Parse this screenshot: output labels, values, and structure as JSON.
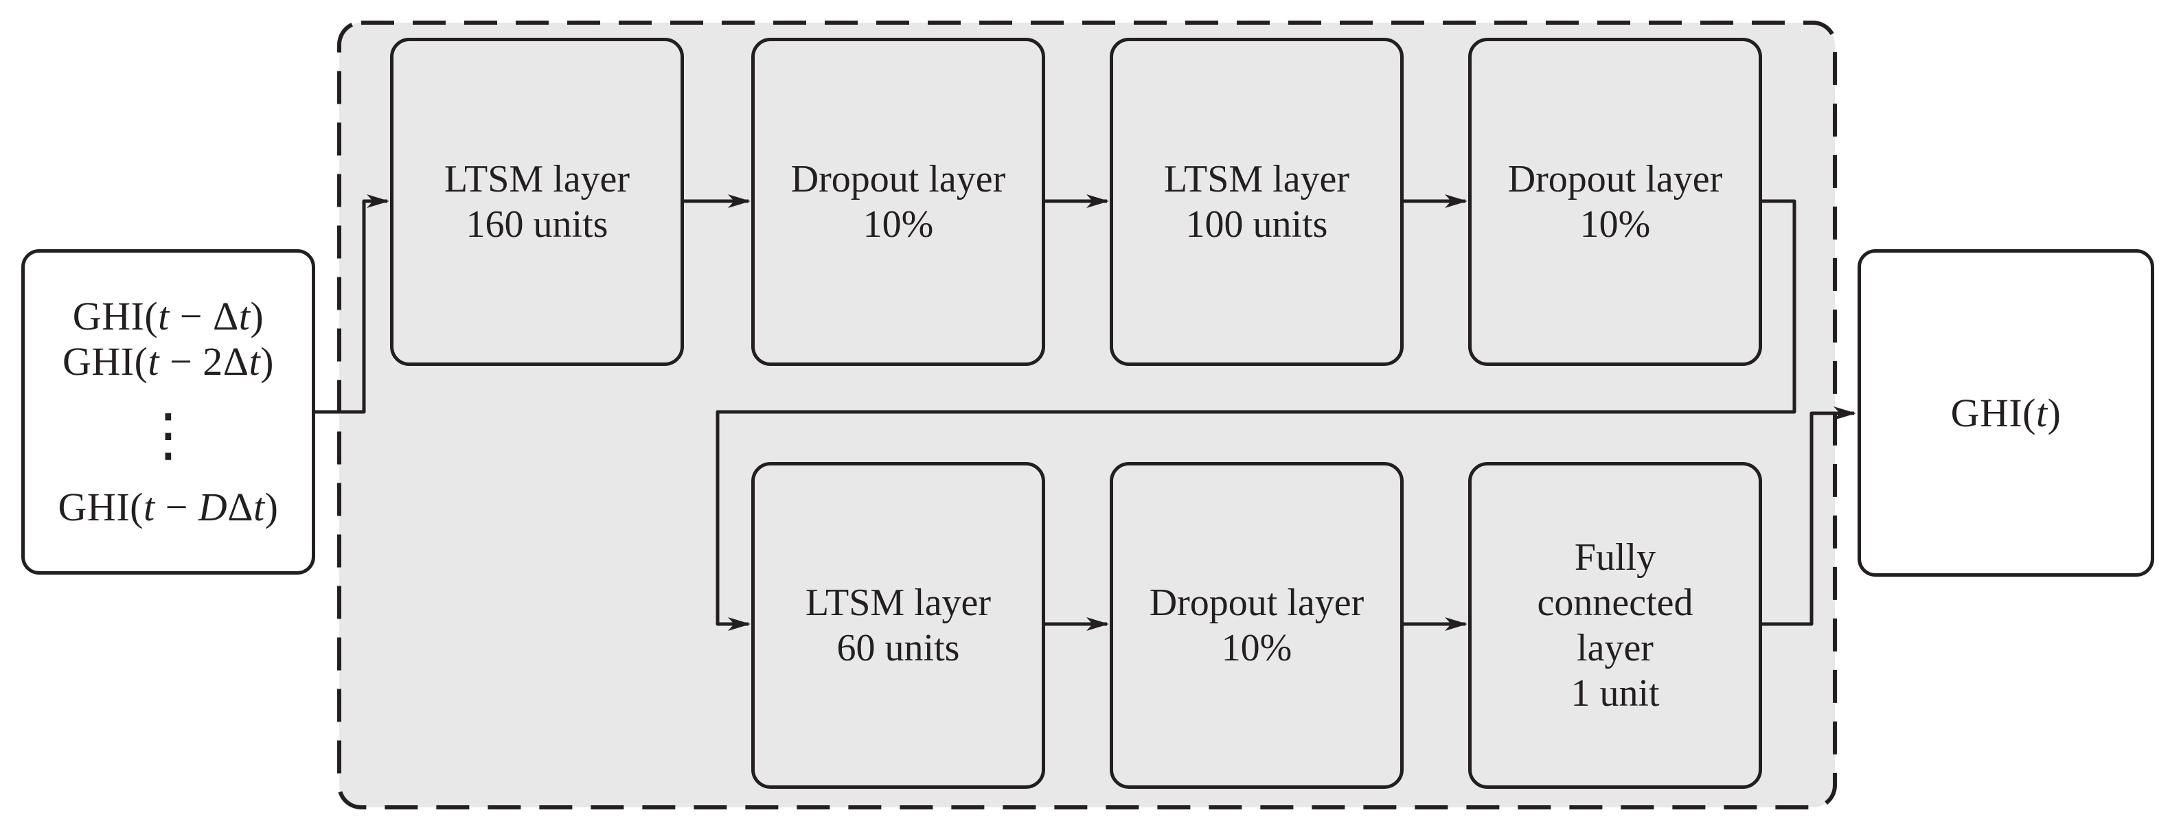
{
  "colors": {
    "ink": "#231f20",
    "panel_fill": "#e9e8e8",
    "node_fill": "#e9e8e8",
    "io_box_fill": "#ffffff",
    "background": "#ffffff"
  },
  "input_box": {
    "line1": [
      "GHI(",
      "t",
      " − Δ",
      "t",
      ")"
    ],
    "line2": [
      "GHI(",
      "t",
      " − 2Δ",
      "t",
      ")"
    ],
    "ellipsis": "⋮",
    "line4": [
      "GHI(",
      "t",
      " − ",
      "D",
      "Δ",
      "t",
      ")"
    ]
  },
  "nodes": {
    "lstm_160": {
      "lines": [
        "LTSM layer",
        "160 units"
      ]
    },
    "dropout_top_1": {
      "lines": [
        "Dropout layer",
        "10%"
      ]
    },
    "lstm_100": {
      "lines": [
        "LTSM layer",
        "100 units"
      ]
    },
    "dropout_top_2": {
      "lines": [
        "Dropout layer",
        "10%"
      ]
    },
    "lstm_60": {
      "lines": [
        "LTSM layer",
        "60 units"
      ]
    },
    "dropout_bottom": {
      "lines": [
        "Dropout layer",
        "10%"
      ]
    },
    "fully_connected": {
      "lines": [
        "Fully",
        "connected",
        "layer",
        "1 unit"
      ]
    }
  },
  "output_box": {
    "label_parts": [
      "GHI(",
      "t",
      ")"
    ]
  }
}
